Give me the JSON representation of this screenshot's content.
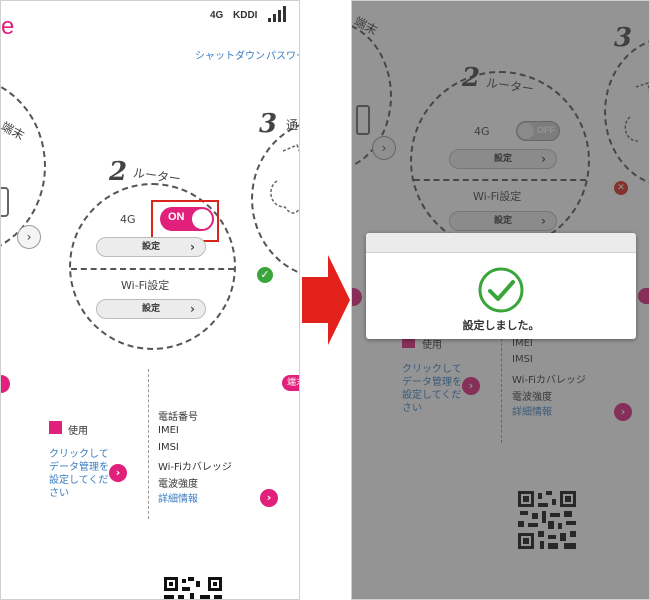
{
  "left": {
    "logo_char": "e",
    "status": {
      "network": "4G",
      "carrier": "KDDI"
    },
    "links": {
      "shutdown": "シャットダウン",
      "password": "パスワー"
    },
    "node1_title": "端末",
    "node2": {
      "number": "2",
      "title": "ルーター",
      "label_4g": "4G",
      "toggle_label": "ON",
      "setting_label": "設定",
      "wifi_label": "Wi-Fi設定",
      "wifi_setting_label": "設定"
    },
    "node3": {
      "number": "3",
      "title": "通"
    },
    "usage_label": "使用",
    "click_text_1": "クリックして",
    "click_text_2": "データ管理を",
    "click_text_3": "設定してくだ",
    "click_text_4": "さい",
    "right_tab": "端末",
    "info": {
      "phone": "電話番号",
      "imei": "IMEI",
      "imsi": "IMSI",
      "coverage": "Wi-Fiカバレッジ",
      "signal": "電波強度",
      "details": "詳細情報"
    }
  },
  "right": {
    "node1_title": "端末",
    "node2": {
      "number": "2",
      "title": "ルーター",
      "label_4g": "4G",
      "toggle_label": "OFF",
      "setting_label": "設定",
      "wifi_label": "Wi-Fi設定",
      "wifi_setting_label": "設定"
    },
    "node3": {
      "number": "3"
    },
    "dialog_message": "設定しました。",
    "usage_label": "使用",
    "click_text_1": "クリックして",
    "click_text_2": "データ管理を",
    "click_text_3": "設定してくだ",
    "click_text_4": "さい",
    "info": {
      "imei": "IMEI",
      "imsi": "IMSI",
      "coverage": "Wi-Fiカバレッジ",
      "signal": "電波強度",
      "details": "詳細情報"
    }
  },
  "colors": {
    "accent": "#e0207a",
    "link": "#3b7ec2",
    "highlight_box": "#d9261c",
    "arrow": "#e3211b",
    "success": "#3aa53a"
  }
}
